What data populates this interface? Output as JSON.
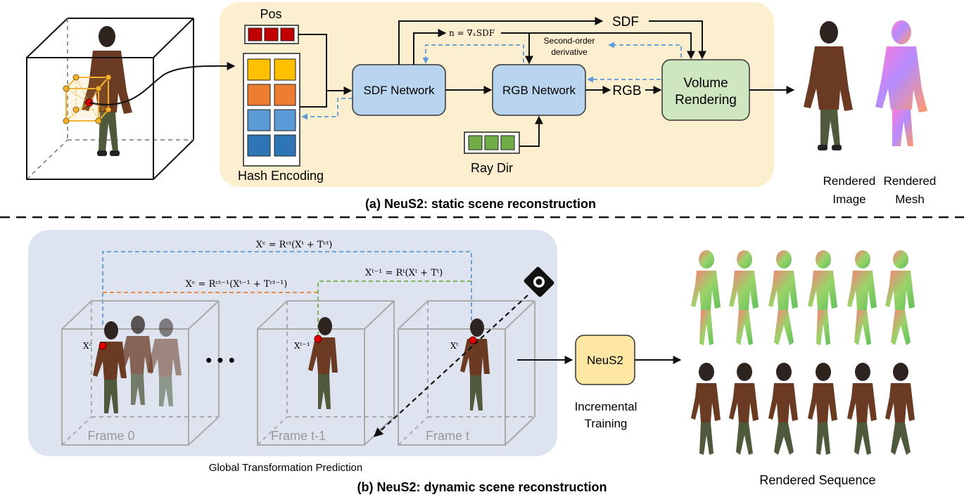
{
  "colors": {
    "panel_a_bg": "#fcefcf",
    "panel_b_bg": "#dde4ef",
    "network_box": "#b9d4ee",
    "volume_box": "#cfe7c1",
    "neus2_box": "#fde7a3",
    "pos_cell": "#c00000",
    "hash_yellow": "#ffc000",
    "hash_orange": "#ed7d31",
    "hash_lightblue": "#5b9bd5",
    "hash_blue": "#2e75b6",
    "raydir_cell": "#70ad47",
    "dashed_blue": "#5b9bd5",
    "dashed_orange": "#ed7d31",
    "dashed_green": "#70ad47",
    "point_red": "#e00000",
    "grid_orange": "#f2b233"
  },
  "panel_a": {
    "pos_label": "Pos",
    "hash_label": "Hash Encoding",
    "sdf_network": "SDF Network",
    "rgb_network": "RGB Network",
    "volume_rendering_line1": "Volume",
    "volume_rendering_line2": "Rendering",
    "sdf_out": "SDF",
    "normal_eq": "n = ∇ₓSDF",
    "second_order_line1": "Second-order",
    "second_order_line2": "derivative",
    "rgb_out": "RGB",
    "ray_dir": "Ray Dir",
    "rendered_image_line1": "Rendered",
    "rendered_image_line2": "Image",
    "rendered_mesh_line1": "Rendered",
    "rendered_mesh_line2": "Mesh",
    "caption": "(a) NeuS2: static scene reconstruction"
  },
  "panel_b": {
    "eq_top": "Xᶜ = Rᶜᵗ(Xᵗ + Tᶜᵗ)",
    "eq_mid": "Xᶜ = Rᶜᵗ⁻¹(Xᵗ⁻¹ + Tᶜᵗ⁻¹)",
    "eq_right": "Xᵗ⁻¹ = Rᵗ(Xᵗ + Tᵗ)",
    "point_c": "Xᶜ",
    "point_tm1": "Xᵗ⁻¹",
    "point_t": "Xᵗ",
    "frame_0": "Frame 0",
    "frame_tm1": "Frame t-1",
    "frame_t": "Frame t",
    "dots": "• • •",
    "neus2": "NeuS2",
    "incremental_line1": "Incremental",
    "incremental_line2": "Training",
    "global_label": "Global Transformation Prediction",
    "rendered_sequence": "Rendered Sequence",
    "caption": "(b) NeuS2: dynamic scene reconstruction"
  }
}
